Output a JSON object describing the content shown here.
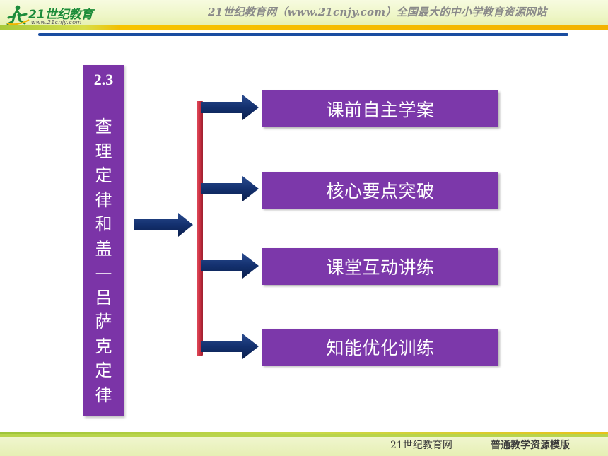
{
  "header": {
    "logo_brand": "21世纪教育",
    "logo_url": "www.21cnjy.com",
    "tagline": "21世纪教育网（www.21cnjy.com）全国最大的中小学教育资源网站"
  },
  "title": {
    "number": "2.3",
    "text": "查理定律和盖—吕萨克定律"
  },
  "menu": {
    "items": [
      {
        "label": "课前自主学案"
      },
      {
        "label": "核心要点突破"
      },
      {
        "label": "课堂互动讲练"
      },
      {
        "label": "知能优化训练"
      }
    ]
  },
  "footer": {
    "left_text": "21世纪教育网",
    "right_text": "普通教学资源模版"
  },
  "colors": {
    "box_purple": "#7c38aa",
    "arrow_navy": "#13306e",
    "bracket_red": "#cf3345",
    "header_blue": "#1a4da1"
  },
  "icons": {
    "logo": "runner-logo-icon",
    "arrow": "right-arrow-icon"
  }
}
